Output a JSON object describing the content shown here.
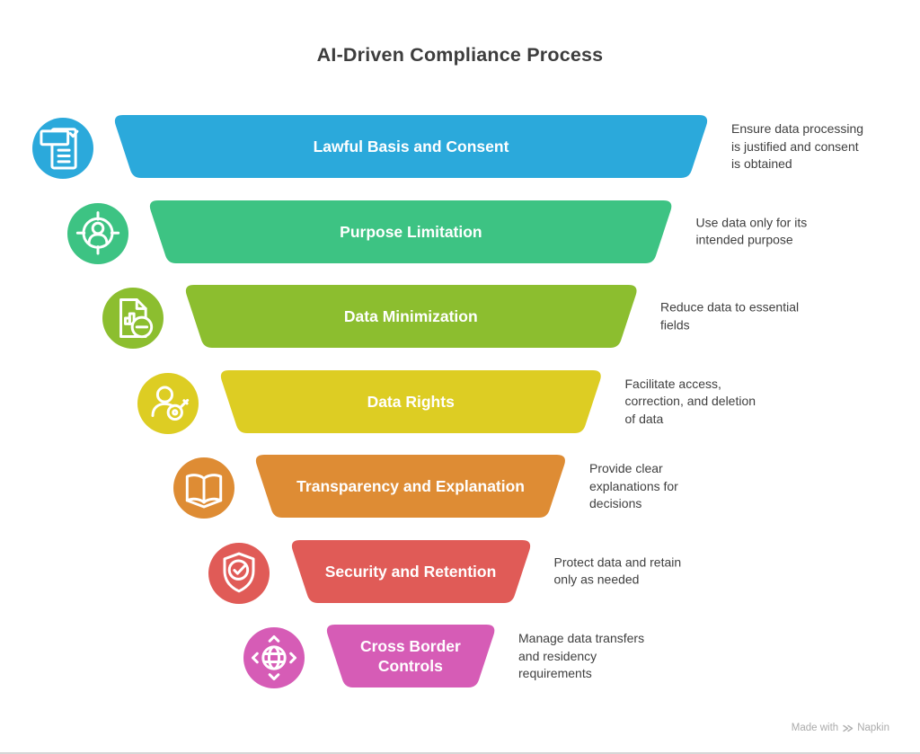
{
  "title": "AI-Driven Compliance Process",
  "steps": [
    {
      "label": "Lawful Basis and Consent",
      "description": "Ensure data processing\nis justified and consent\nis obtained",
      "color": "#2BA9DB",
      "icon": "consent-form-icon"
    },
    {
      "label": "Purpose Limitation",
      "description": "Use data only for its\nintended purpose",
      "color": "#3DC383",
      "icon": "target-person-icon"
    },
    {
      "label": "Data Minimization",
      "description": "Reduce data to essential\nfields",
      "color": "#8CBE2F",
      "icon": "document-minus-icon"
    },
    {
      "label": "Data Rights",
      "description": "Facilitate access,\ncorrection, and deletion\nof data",
      "color": "#DDCD23",
      "icon": "person-key-icon"
    },
    {
      "label": "Transparency and Explanation",
      "description": "Provide clear\nexplanations for\ndecisions",
      "color": "#DE8C34",
      "icon": "open-book-icon"
    },
    {
      "label": "Security and Retention",
      "description": "Protect data and retain\nonly as needed",
      "color": "#E05B57",
      "icon": "shield-check-icon"
    },
    {
      "label": "Cross Border\nControls",
      "description": "Manage data transfers\nand residency\nrequirements",
      "color": "#D65CB6",
      "icon": "globe-arrows-icon"
    }
  ],
  "watermark": {
    "prefix": "Made with",
    "brand": "Napkin"
  }
}
